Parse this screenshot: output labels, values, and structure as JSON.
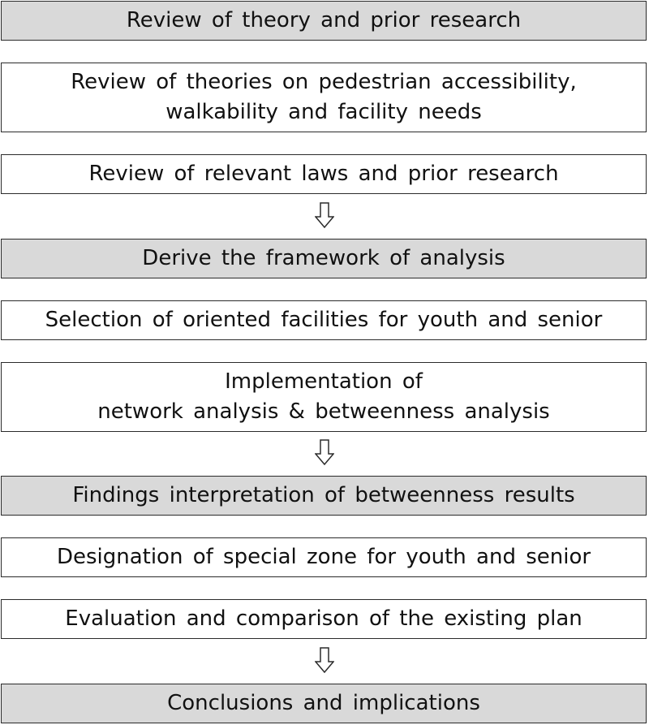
{
  "flow": {
    "box1": {
      "text": "Review of theory and prior research"
    },
    "box2": {
      "line1": "Review of theories on pedestrian accessibility,",
      "line2": "walkability and facility needs"
    },
    "box3": {
      "text": "Review of relevant laws and prior research"
    },
    "box4": {
      "text": "Derive the framework of analysis"
    },
    "box5": {
      "text": "Selection of oriented facilities for youth and senior"
    },
    "box6": {
      "line1": "Implementation of",
      "line2": "network analysis & betweenness analysis"
    },
    "box7": {
      "text": "Findings interpretation of betweenness results"
    },
    "box8": {
      "text": "Designation of special zone for youth and senior"
    },
    "box9": {
      "text": "Evaluation and comparison of the existing plan"
    },
    "box10": {
      "text": "Conclusions and implications"
    }
  },
  "colors": {
    "header_fill": "#d9d9d9",
    "box_fill": "#ffffff",
    "stroke": "#2b2b2b"
  },
  "icons": {
    "arrow": "hollow-down-arrow-icon"
  }
}
